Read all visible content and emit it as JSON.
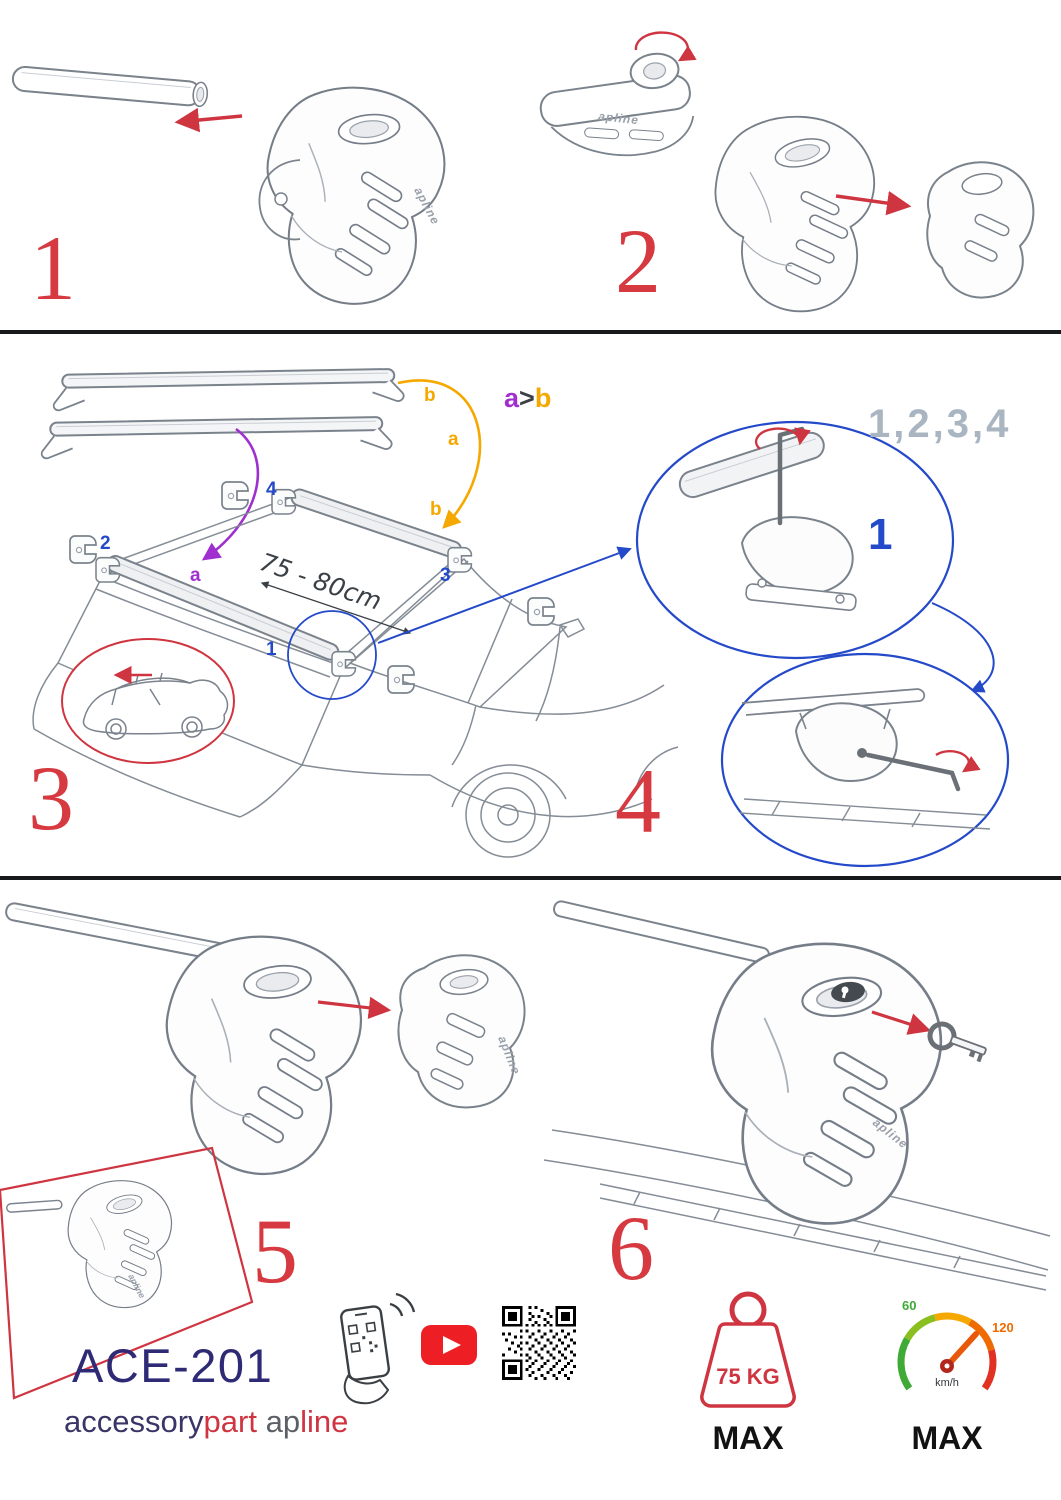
{
  "steps": {
    "n1": "1",
    "n2": "2",
    "n3": "3",
    "n4": "4",
    "n5": "5",
    "n6": "6"
  },
  "labels": {
    "compare_a": "a",
    "compare_gt": ">",
    "compare_b": "b",
    "sequence": "1,2,3,4",
    "detail_step": "1",
    "bar_range": "75 - 80cm",
    "bar_b": "b",
    "bar_a": "a",
    "roof_a": "a",
    "roof_b": "b",
    "foot_1": "1",
    "foot_2": "2",
    "foot_3": "3",
    "foot_4": "4",
    "logo": "apline"
  },
  "footer": {
    "model": "ACE-201",
    "brand_accessory": "accessory",
    "brand_part": "part",
    "brand_ap": "ap",
    "brand_line": "line",
    "weight_value": "75 KG",
    "weight_max": "MAX",
    "speed_low": "60",
    "speed_high": "120",
    "speed_unit": "km/h",
    "speed_max": "MAX"
  },
  "colors": {
    "step_red": "#d6393f",
    "arrow_red": "#cf3540",
    "blue": "#2449c9",
    "purple": "#a02fd0",
    "orange": "#f5a800",
    "navy": "#2e2a75",
    "gray_line": "#7a828c",
    "sequence_gray": "#a9b6c2",
    "gauge_green": "#3faa35",
    "gauge_red": "#e03123",
    "youtube_red": "#ed1f24"
  }
}
